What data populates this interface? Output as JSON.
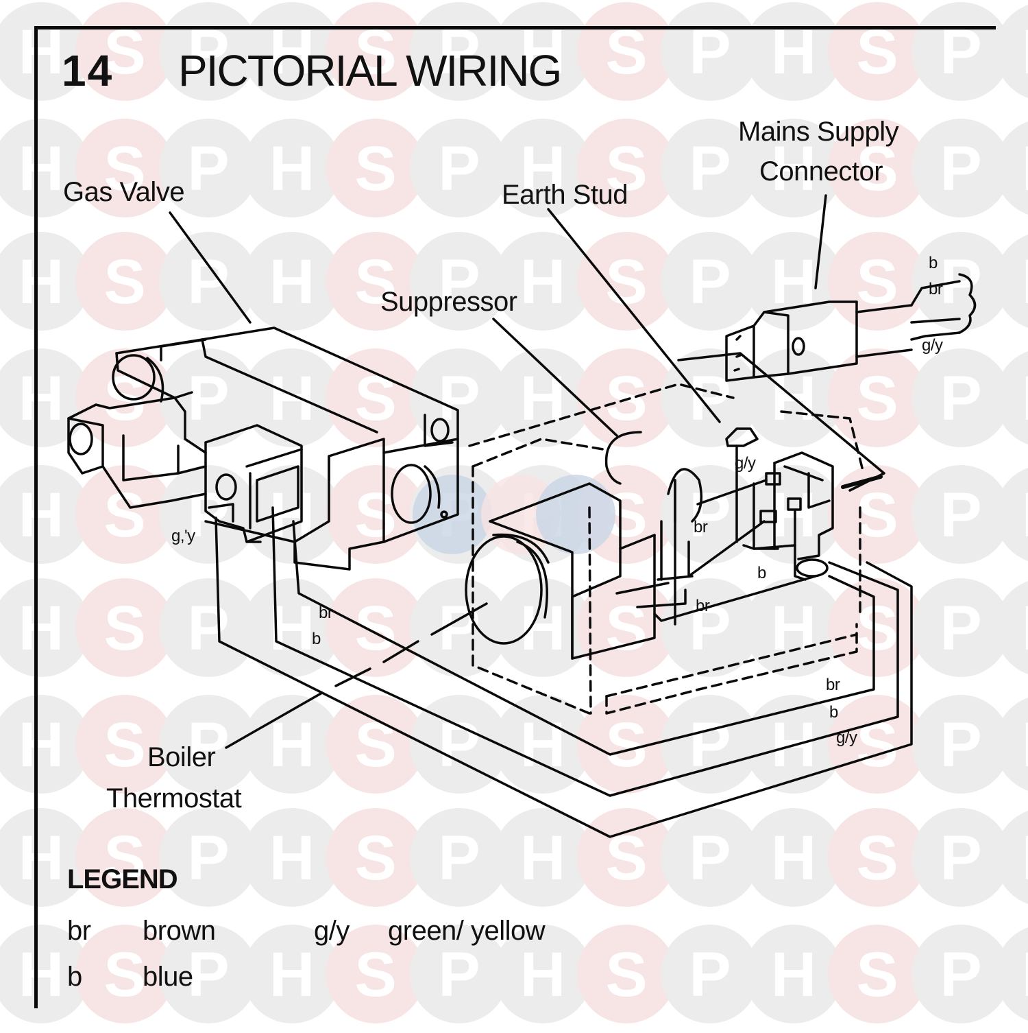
{
  "header": {
    "section_number": "14",
    "title": "PICTORIAL WIRING"
  },
  "components": {
    "gas_valve": "Gas Valve",
    "earth_stud": "Earth Stud",
    "mains_supply_connector_line1": "Mains Supply",
    "mains_supply_connector_line2": "Connector",
    "suppressor": "Suppressor",
    "boiler_thermostat_line1": "Boiler",
    "boiler_thermostat_line2": "Thermostat"
  },
  "wire_labels": {
    "mains_b": "b",
    "mains_br": "br",
    "mains_gy": "g/y",
    "earth_gy": "g/y",
    "gasvalve_gy": "g,'y",
    "gasvalve_br": "br",
    "gasvalve_b": "b",
    "terminal_br": "br",
    "terminal_b": "b",
    "thermostat_br": "br",
    "loop_br": "br",
    "loop_b": "b",
    "loop_gy": "g/y"
  },
  "legend": {
    "heading": "LEGEND",
    "entries": [
      {
        "code": "br",
        "meaning": "brown"
      },
      {
        "code": "b",
        "meaning": "blue"
      },
      {
        "code": "g/y",
        "meaning": "green/ yellow"
      }
    ]
  },
  "watermark": {
    "letters": [
      "H",
      "S",
      "P"
    ],
    "colors": {
      "grey": "#ececec",
      "pink": "#f7e4e4",
      "blue": "#c9d6e6"
    }
  }
}
